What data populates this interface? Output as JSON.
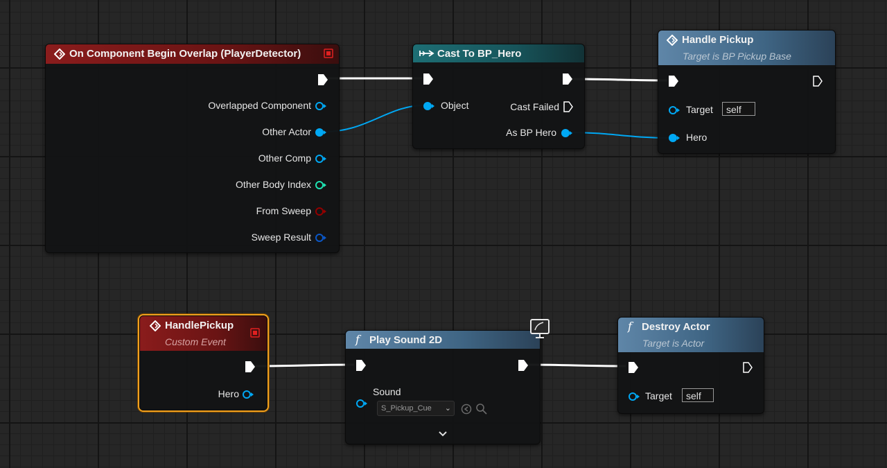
{
  "nodes": {
    "overlap": {
      "title": "On Component Begin Overlap (PlayerDetector)",
      "pins": [
        "Overlapped Component",
        "Other Actor",
        "Other Comp",
        "Other Body Index",
        "From Sweep",
        "Sweep Result"
      ]
    },
    "cast": {
      "title": "Cast To BP_Hero",
      "object_label": "Object",
      "cast_failed_label": "Cast Failed",
      "as_label": "As BP Hero"
    },
    "handle_pickup_call": {
      "title": "Handle Pickup",
      "subtitle": "Target is BP Pickup Base",
      "target_label": "Target",
      "target_value": "self",
      "hero_label": "Hero"
    },
    "custom_event": {
      "title": "HandlePickup",
      "subtitle": "Custom Event",
      "hero_label": "Hero"
    },
    "play_sound": {
      "title": "Play Sound 2D",
      "sound_label": "Sound",
      "sound_value": "S_Pickup_Cue"
    },
    "destroy": {
      "title": "Destroy Actor",
      "subtitle": "Target is Actor",
      "target_label": "Target",
      "target_value": "self"
    }
  },
  "icons": {
    "event": "event-diamond-icon",
    "function": "function-f-icon",
    "cast": "cast-arrows-icon",
    "delegate": "delegate-square-icon",
    "client": "client-monitor-icon"
  },
  "colors": {
    "object_pin": "#00a8f4",
    "struct_pin": "#0b57c6",
    "int_pin": "#1fe2b2",
    "bool_pin": "#930000",
    "exec": "#ffffff",
    "selection": "#f0a020"
  }
}
